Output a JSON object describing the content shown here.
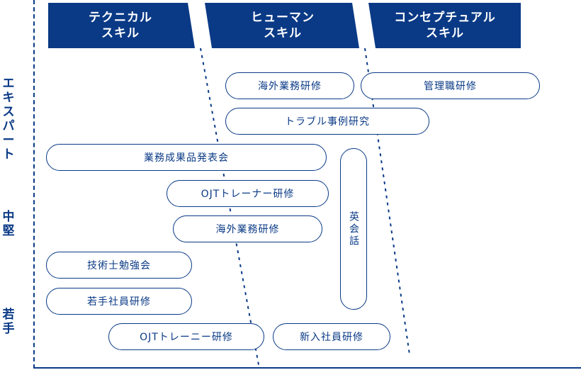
{
  "columns": [
    {
      "label": "テクニカル\nスキル"
    },
    {
      "label": "ヒューマン\nスキル"
    },
    {
      "label": "コンセプチュアル\nスキル"
    }
  ],
  "levels": [
    {
      "label": "エキスパート"
    },
    {
      "label": "中堅"
    },
    {
      "label": "若手"
    }
  ],
  "programs": [
    {
      "label": "海外業務研修"
    },
    {
      "label": "管理職研修"
    },
    {
      "label": "トラブル事例研究"
    },
    {
      "label": "業務成果品発表会"
    },
    {
      "label": "OJTトレーナー研修"
    },
    {
      "label": "海外業務研修"
    },
    {
      "label": "技術士勉強会"
    },
    {
      "label": "若手社員研修"
    },
    {
      "label": "OJTトレーニー研修"
    },
    {
      "label": "新入社員研修"
    },
    {
      "label": "英会話"
    }
  ],
  "colors": {
    "primary": "#0a3a86",
    "background": "#ffffff"
  }
}
